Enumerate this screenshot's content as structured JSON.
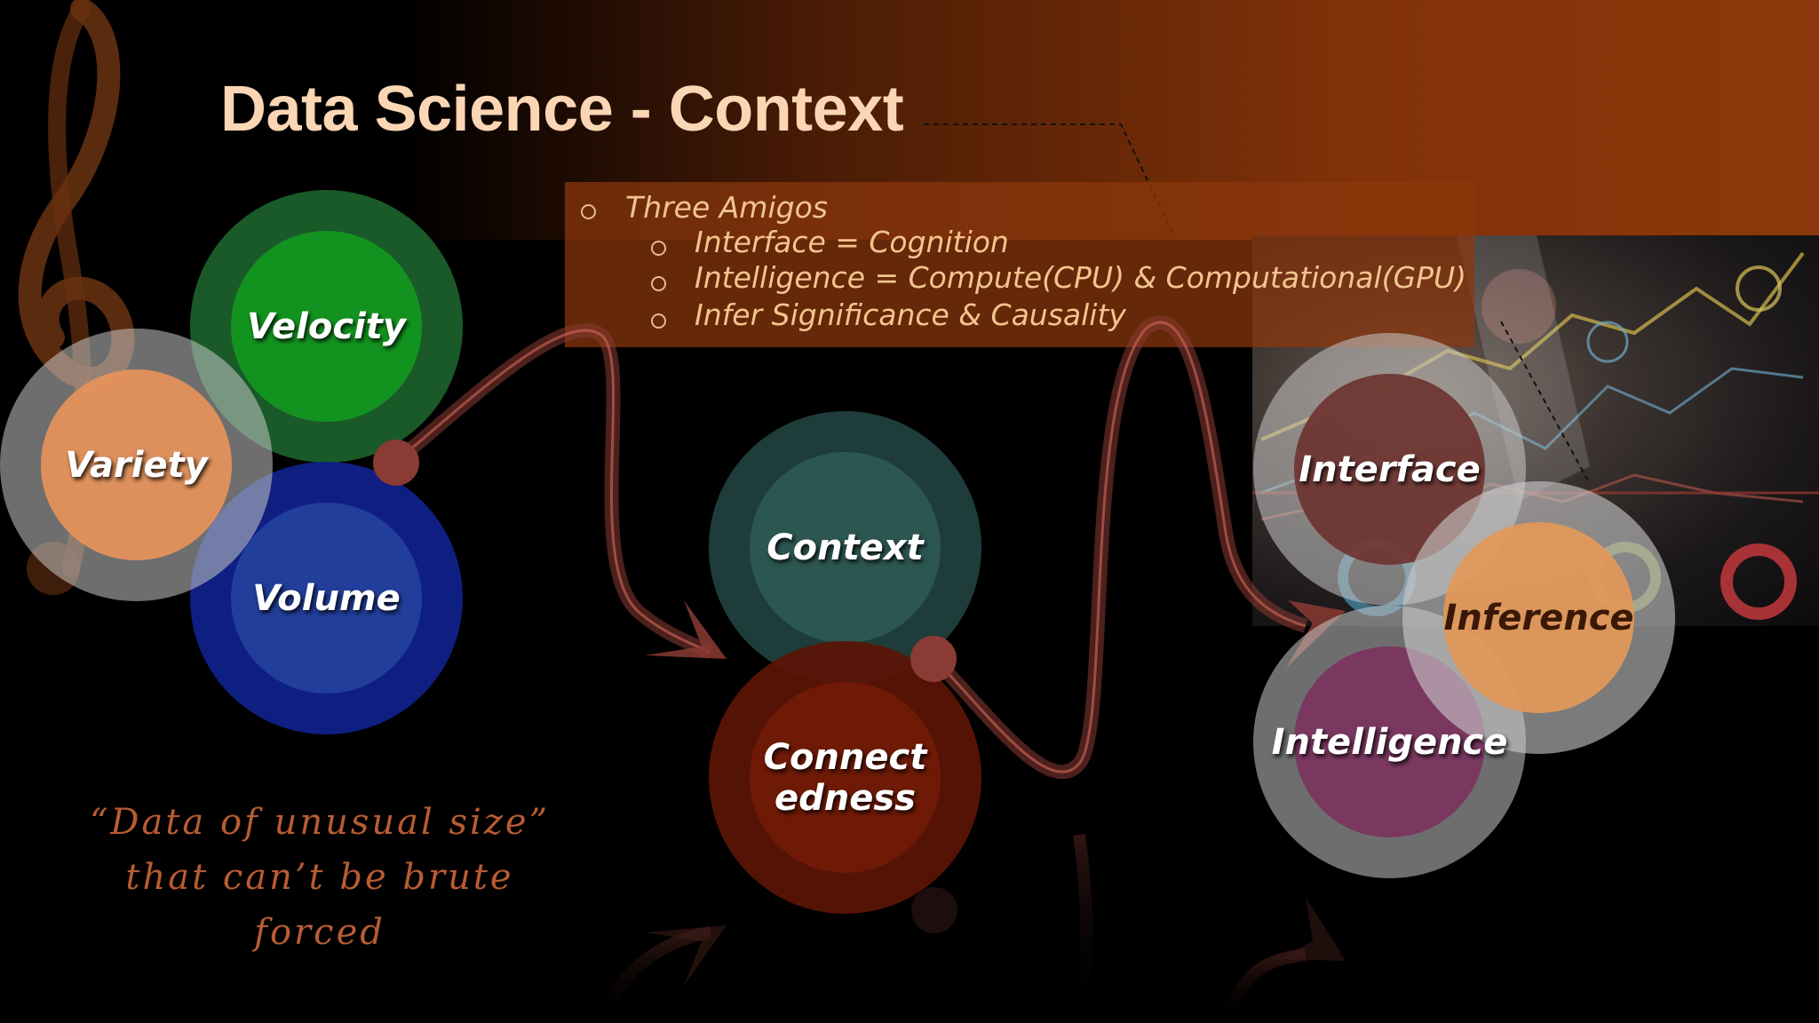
{
  "slide": {
    "title": "Data Science - Context",
    "bullets": {
      "top": "Three Amigos",
      "sub": [
        "Interface = Cognition",
        "Intelligence = Compute(CPU) & Computational(GPU)",
        "Infer Significance & Causality"
      ]
    },
    "quote": {
      "line1": "“Data of unusual size”",
      "line2": "that can’t be brute forced"
    },
    "group_left": {
      "velocity": "Velocity",
      "variety": "Variety",
      "volume": "Volume"
    },
    "group_middle": {
      "context": "Context",
      "connectedness_line1": "Connect",
      "connectedness_line2": "edness"
    },
    "group_right": {
      "interface": "Interface",
      "inference": "Inference",
      "intelligence": "Intelligence"
    },
    "colors": {
      "title": "#fbd6b4",
      "bullet_text": "#f2c58e",
      "quote": "#b85c33",
      "velocity": "#12931f",
      "volume": "#213e9a",
      "variety": "#e6925a",
      "context": "#2c5650",
      "connectedness": "#6e1a06",
      "interface": "#6e3430",
      "inference": "#e29858",
      "intelligence": "#7a3560",
      "connector": "#8a3b33"
    }
  }
}
